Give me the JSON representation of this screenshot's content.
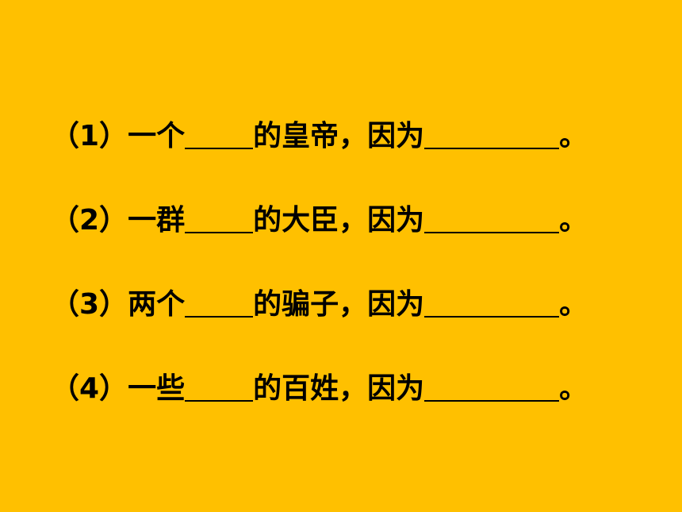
{
  "items": [
    {
      "num": "（1）",
      "subject": "一个",
      "noun": "的皇帝，因为",
      "end": "。"
    },
    {
      "num": "（2）",
      "subject": "一群",
      "noun": "的大臣，因为",
      "end": "。"
    },
    {
      "num": "（3）",
      "subject": "两个",
      "noun": "的骗子，因为",
      "end": "。"
    },
    {
      "num": "（4）",
      "subject": "一些",
      "noun": "的百姓，因为",
      "end": "。"
    }
  ]
}
